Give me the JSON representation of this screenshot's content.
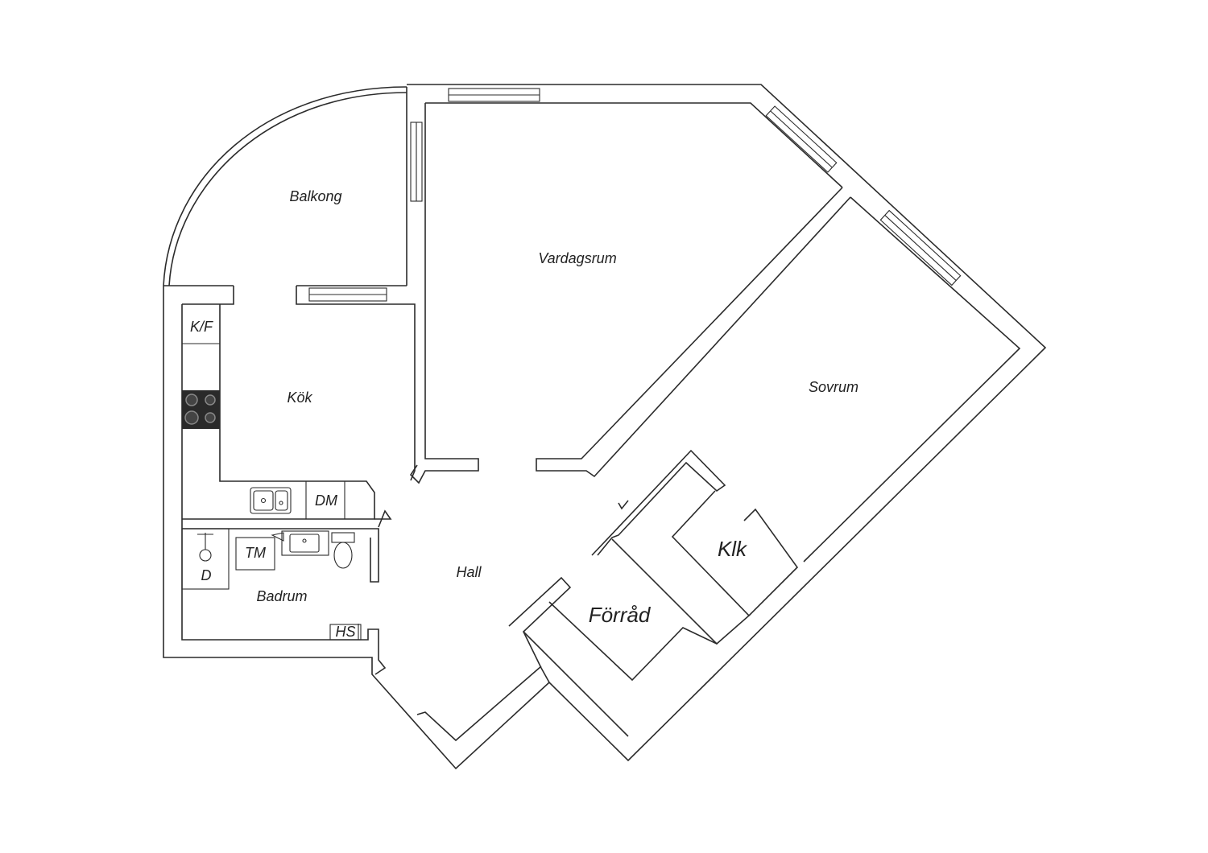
{
  "rooms": {
    "balkong": "Balkong",
    "vardagsrum": "Vardagsrum",
    "kok": "Kök",
    "sovrum": "Sovrum",
    "hall": "Hall",
    "badrum": "Badrum",
    "klk": "Klk",
    "forrad": "Förråd"
  },
  "fixtures": {
    "kf": "K/F",
    "dm": "DM",
    "tm": "TM",
    "d": "D",
    "hs": "HS"
  },
  "colors": {
    "line": "#2b2b2b",
    "stove": "#2a2a2a",
    "background": "#ffffff"
  }
}
